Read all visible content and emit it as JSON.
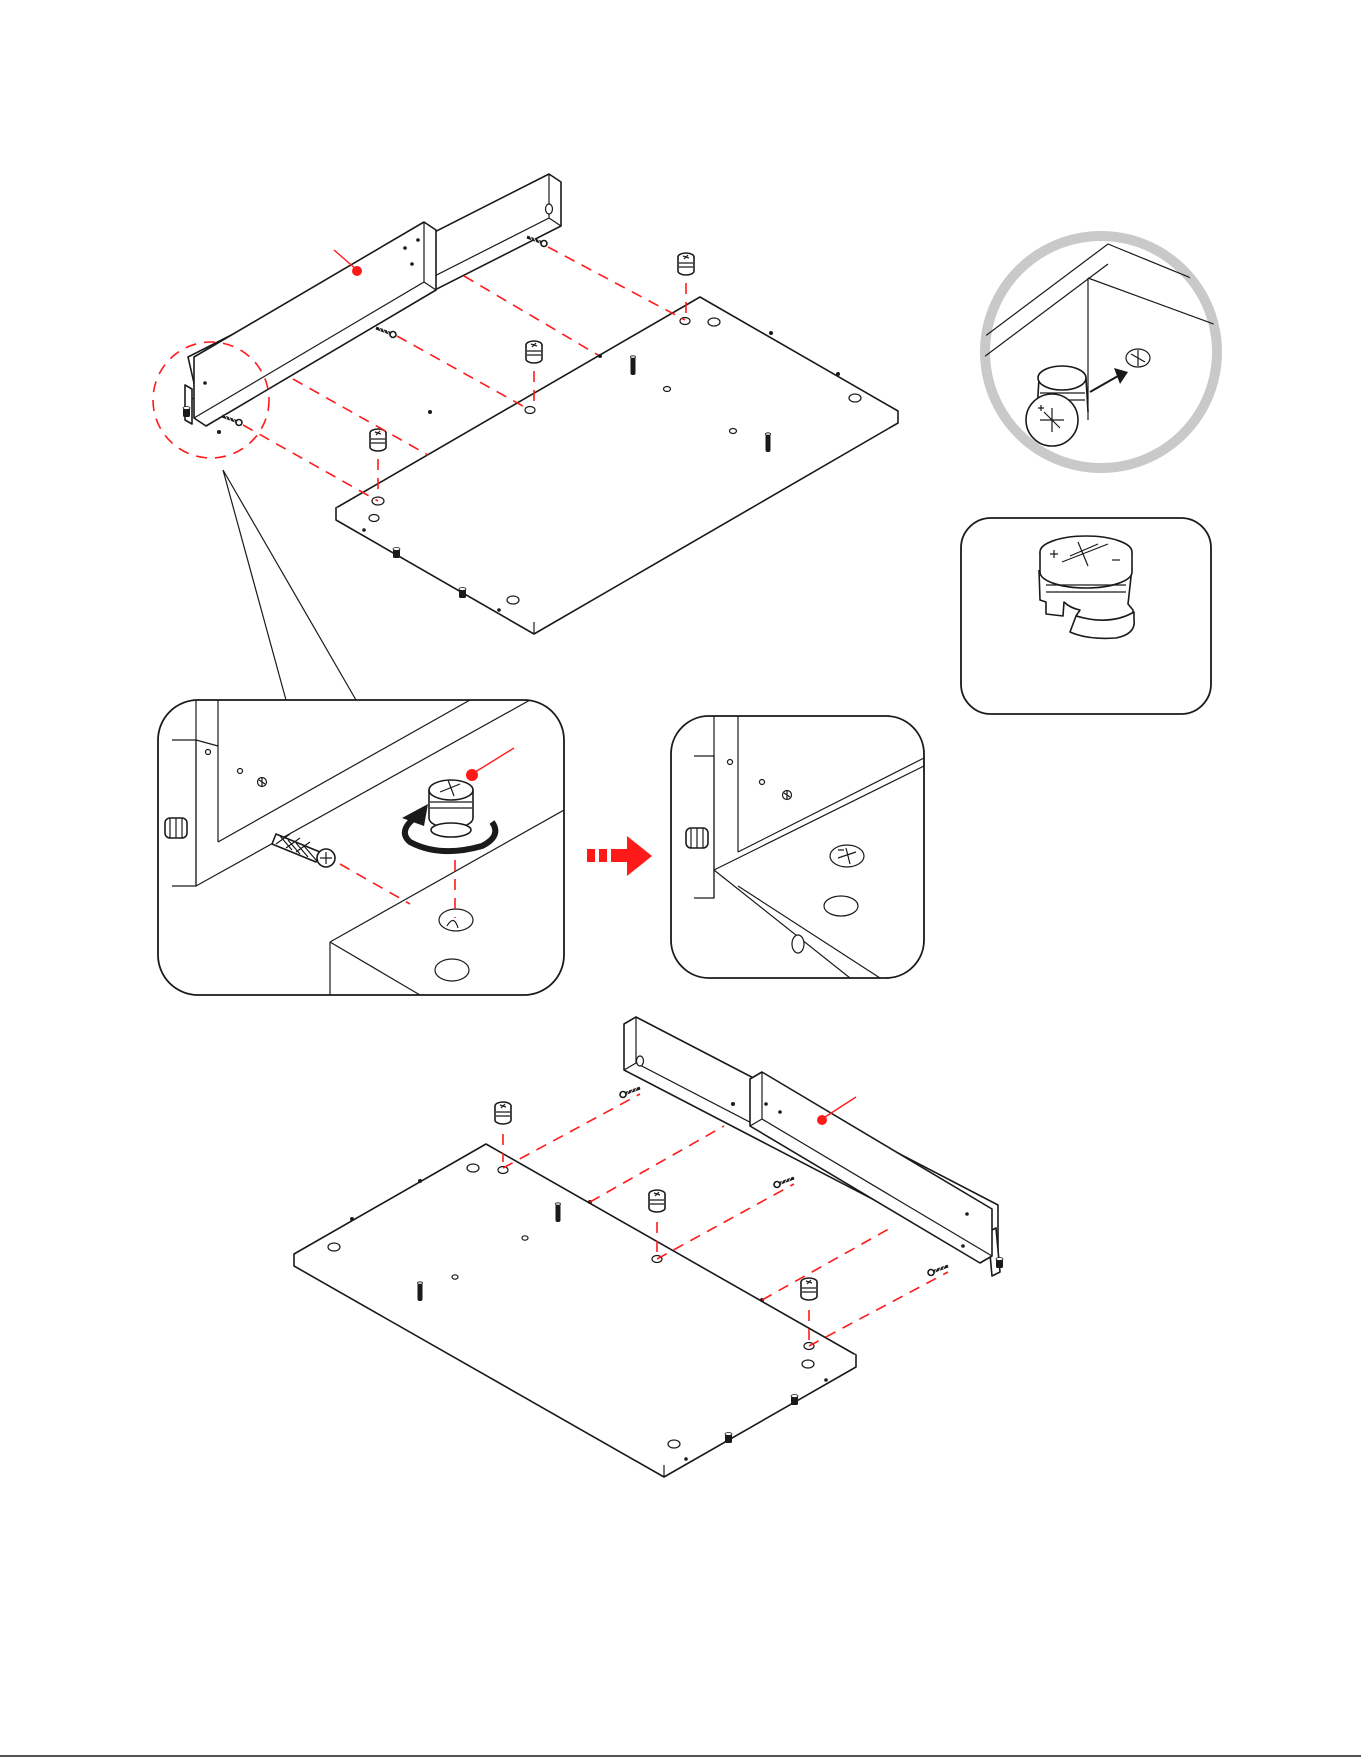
{
  "diagram": {
    "panels": [
      "assembly-top",
      "detail-cam-insert",
      "cam-lock-closeup",
      "zoom-before",
      "zoom-after",
      "assembly-bottom"
    ],
    "accent_color": "#ff1a1a",
    "line_color": "#1a1a1a",
    "ring_color": "#c9c9c9",
    "icons": {
      "cam_lock": "cam-lock-icon",
      "cam_bolt": "cam-bolt-icon",
      "dowel": "dowel-icon",
      "rotate_arrow": "rotate-arrow-icon",
      "transition_arrow": "arrow-right-icon"
    }
  }
}
